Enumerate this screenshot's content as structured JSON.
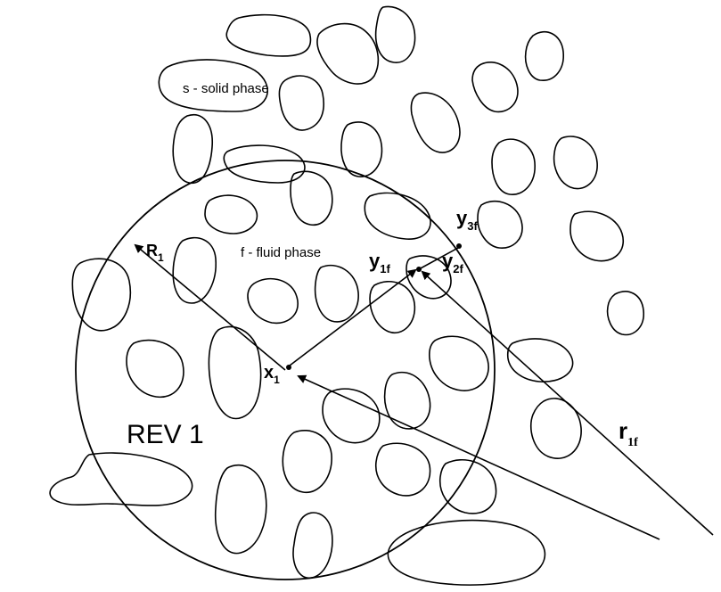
{
  "labels": {
    "solid_phase": "s - solid phase",
    "fluid_phase": "f - fluid phase",
    "rev": "REV 1",
    "R": "R",
    "R_sub": "1",
    "x": "x",
    "x_sub": "1",
    "y1": "y",
    "y1_sub": "1f",
    "y2": "y",
    "y2_sub": "2f",
    "y3": "y",
    "y3_sub": "3f",
    "r": "r",
    "r_sub": "1f"
  }
}
